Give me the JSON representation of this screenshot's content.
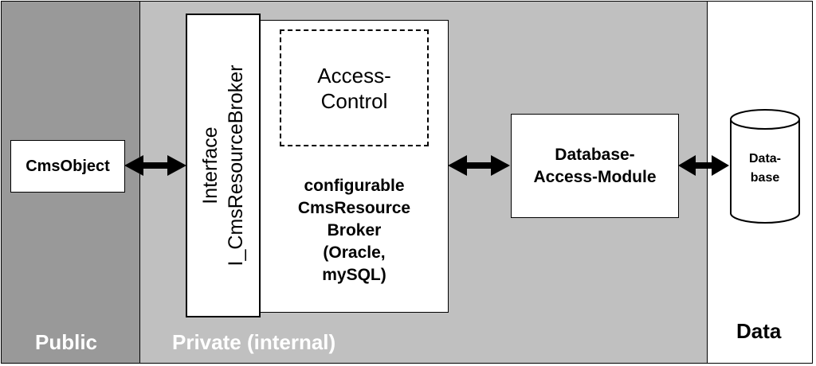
{
  "zones": {
    "public": "Public",
    "private": "Private (internal)",
    "data": "Data"
  },
  "nodes": {
    "cmsobject": "CmsObject",
    "interface": "Interface\nI_CmsResourceBroker",
    "access_control": "Access-\nControl",
    "broker": "configurable\nCmsResource\nBroker\n(Oracle,\nmySQL)",
    "database_access_module": "Database-\nAccess-Module",
    "database": "Data-\nbase"
  }
}
